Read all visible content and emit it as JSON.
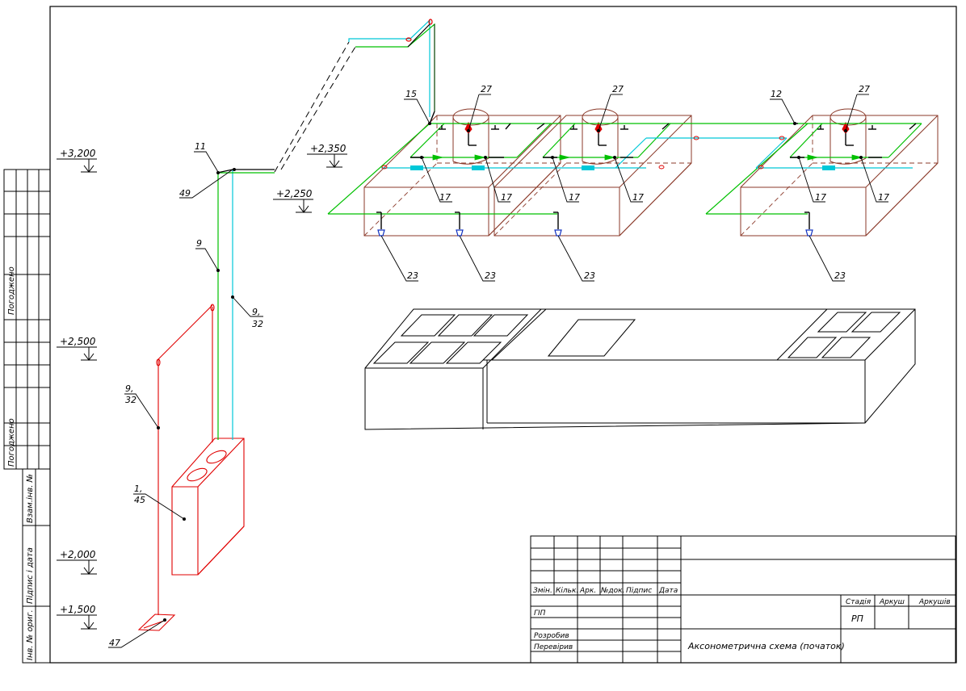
{
  "levels": [
    "+3,200",
    "+2,500",
    "+2,000",
    "+1,500",
    "+2,350",
    "+2,250"
  ],
  "callouts": {
    "c11": "11",
    "c49": "49",
    "c9": "9",
    "c9_32_a1": "9,",
    "c9_32_a2": "32",
    "c9_32_b1": "9,",
    "c9_32_b2": "32",
    "c1_45_1": "1,",
    "c1_45_2": "45",
    "c47": "47",
    "c15": "15",
    "c12": "12",
    "c27": "27",
    "c17": "17",
    "c23": "23"
  },
  "side_stamp": {
    "pogodzheno_1": "Погоджено",
    "pogodzheno_2": "Погоджено",
    "vzam": "Взам.інв. №",
    "pidpys": "Підпис і дата",
    "inv": "Інв. № ориг."
  },
  "title_block": {
    "headers": [
      "Змін.",
      "Кільк.",
      "Арк.",
      "№док.",
      "Підпис",
      "Дата"
    ],
    "gip": "ГІП",
    "rozrobyv": "Розробив",
    "perevirv": "Перевірив",
    "stadia": "Стадія",
    "arkush": "Аркуш",
    "arkushiv": "Аркушів",
    "stadia_value": "РП",
    "title": "Аксонометрична схема (початок)"
  },
  "colors": {
    "frame": "#000000",
    "hot_water": "#00c000",
    "cold_water": "#00c8d8",
    "heater": "#e00000",
    "furniture": "#8b3a2a",
    "valve_blue": "#1030c0"
  }
}
